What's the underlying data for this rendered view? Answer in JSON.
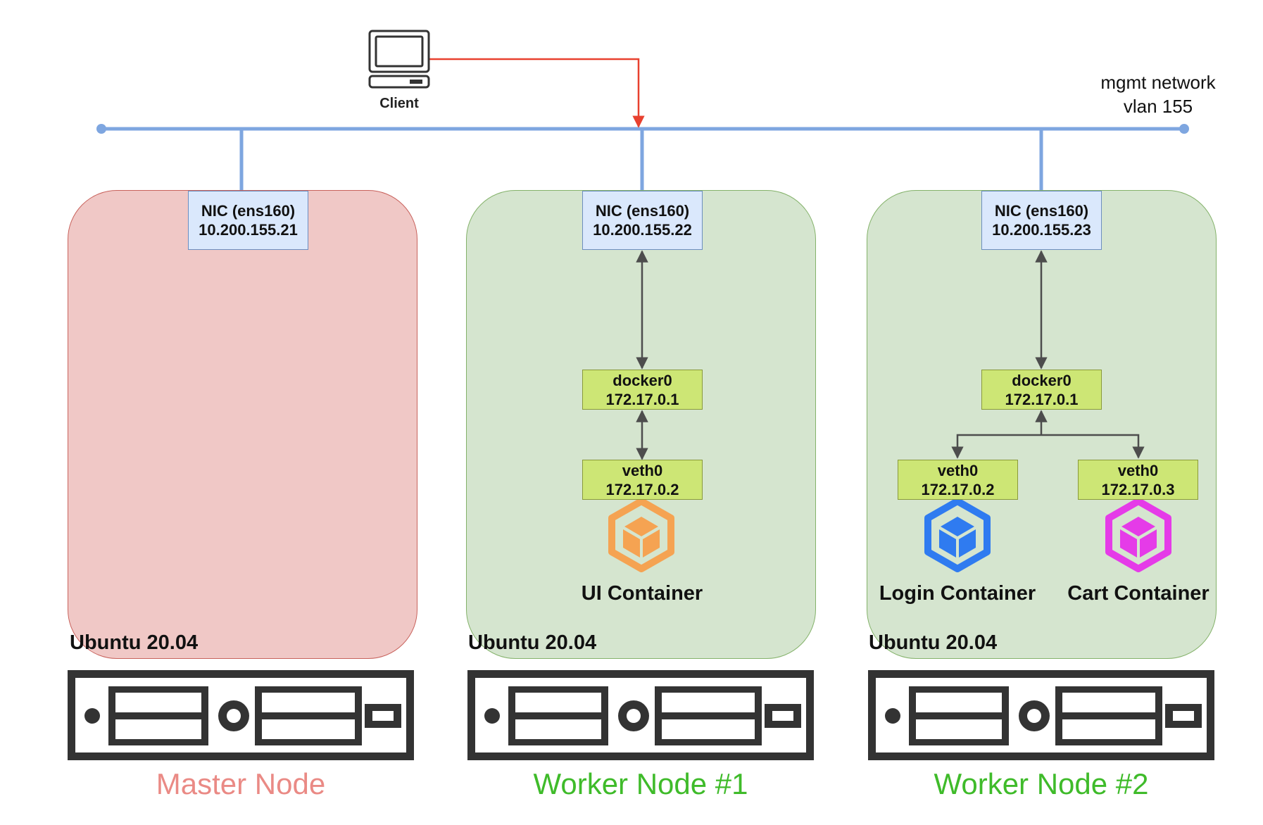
{
  "network": {
    "name_line1": "mgmt network",
    "name_line2": "vlan 155"
  },
  "client": {
    "label": "Client",
    "icon": "computer-icon"
  },
  "colors": {
    "bus": "#7ea6e0",
    "client_link": "#e8412f",
    "master_text": "#ea8a85",
    "worker_text": "#3fbb2a",
    "ui_container": "#f5a352",
    "login_container": "#2f7bf0",
    "cart_container": "#e53be8"
  },
  "nodes": [
    {
      "name": "Master Node",
      "os": "Ubuntu 20.04",
      "nic": {
        "name": "NIC (ens160)",
        "ip": "10.200.155.21"
      }
    },
    {
      "name": "Worker Node #1",
      "os": "Ubuntu 20.04",
      "nic": {
        "name": "NIC (ens160)",
        "ip": "10.200.155.22"
      },
      "bridge": {
        "name": "docker0",
        "ip": "172.17.0.1"
      },
      "veths": [
        {
          "name": "veth0",
          "ip": "172.17.0.2"
        }
      ],
      "containers": [
        {
          "label": "UI Container",
          "icon": "container-icon"
        }
      ]
    },
    {
      "name": "Worker Node #2",
      "os": "Ubuntu 20.04",
      "nic": {
        "name": "NIC (ens160)",
        "ip": "10.200.155.23"
      },
      "bridge": {
        "name": "docker0",
        "ip": "172.17.0.1"
      },
      "veths": [
        {
          "name": "veth0",
          "ip": "172.17.0.2"
        },
        {
          "name": "veth0",
          "ip": "172.17.0.3"
        }
      ],
      "containers": [
        {
          "label": "Login Container",
          "icon": "container-icon"
        },
        {
          "label": "Cart Container",
          "icon": "container-icon"
        }
      ]
    }
  ]
}
